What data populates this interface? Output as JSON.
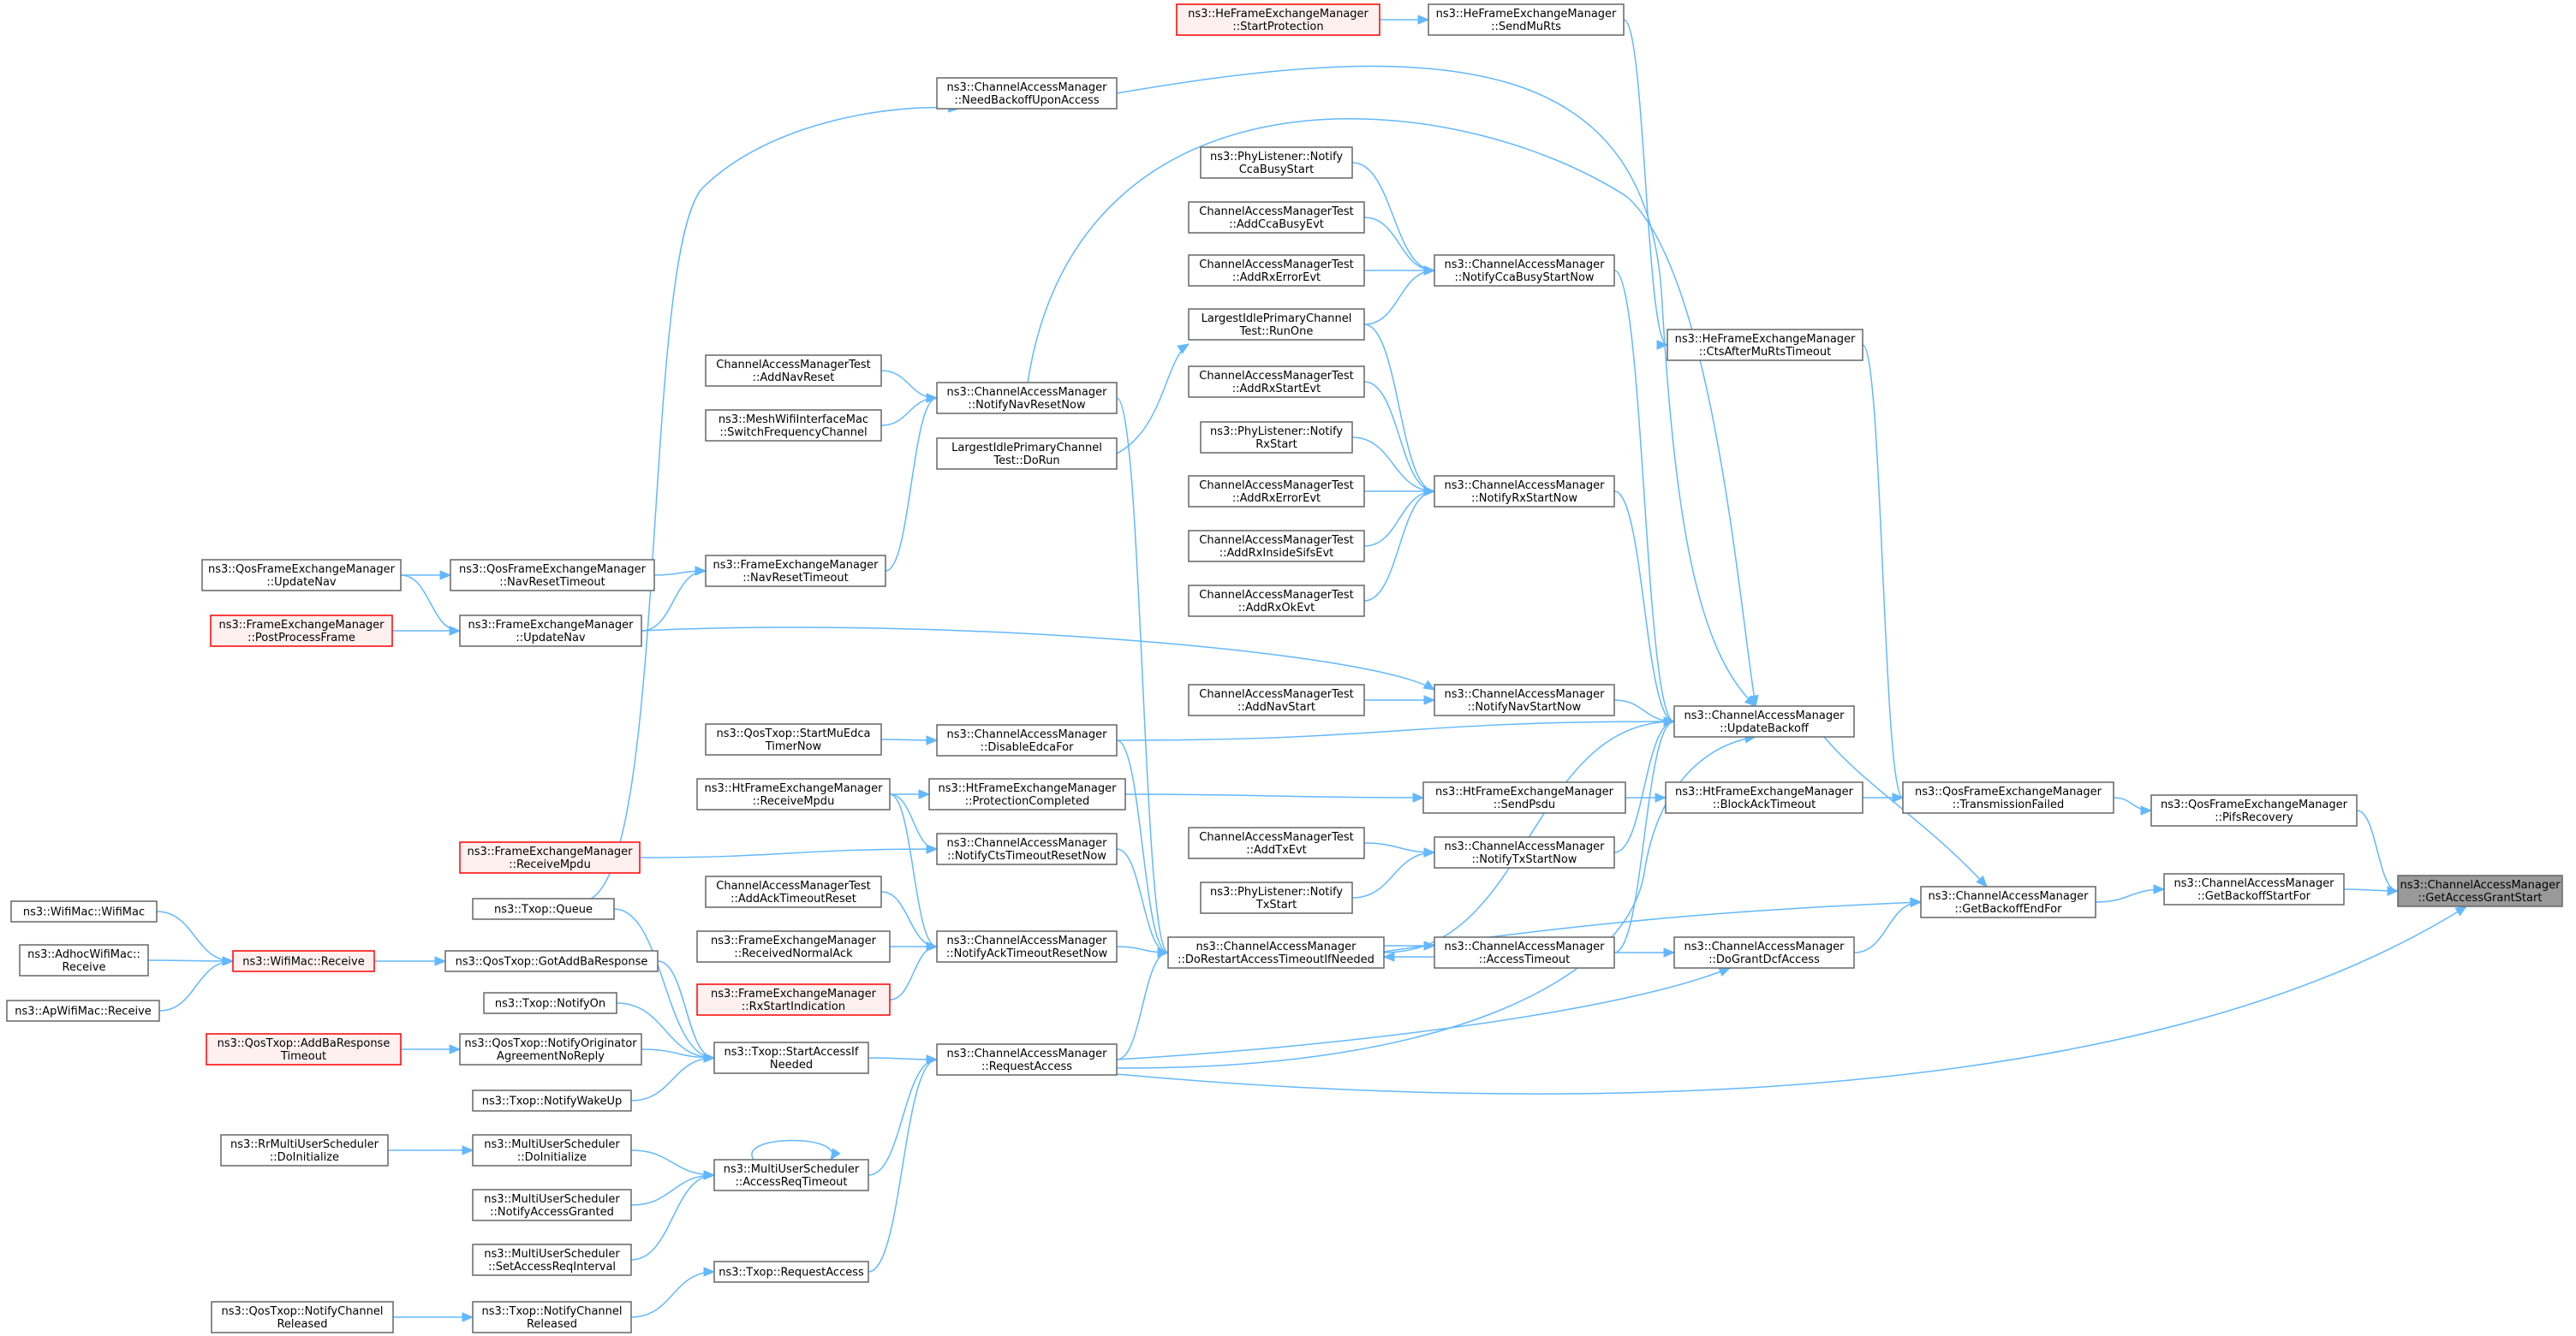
{
  "graph": {
    "nodes": [
      {
        "id": "root",
        "lines": [
          "ns3::ChannelAccessManager",
          "::GetAccessGrantStart"
        ],
        "style": "root"
      },
      {
        "id": "pifs",
        "lines": [
          "ns3::QosFrameExchangeManager",
          "::PifsRecovery"
        ]
      },
      {
        "id": "gbsf",
        "lines": [
          "ns3::ChannelAccessManager",
          "::GetBackoffStartFor"
        ]
      },
      {
        "id": "gbef",
        "lines": [
          "ns3::ChannelAccessManager",
          "::GetBackoffEndFor"
        ]
      },
      {
        "id": "txf",
        "lines": [
          "ns3::QosFrameExchangeManager",
          "::TransmissionFailed"
        ]
      },
      {
        "id": "sendmurts",
        "lines": [
          "ns3::HeFrameExchangeManager",
          "::SendMuRts"
        ]
      },
      {
        "id": "startprot",
        "lines": [
          "ns3::HeFrameExchangeManager",
          "::StartProtection"
        ],
        "style": "trunc"
      },
      {
        "id": "ctsmurts",
        "lines": [
          "ns3::HeFrameExchangeManager",
          "::CtsAfterMuRtsTimeout"
        ]
      },
      {
        "id": "updbackoff",
        "lines": [
          "ns3::ChannelAccessManager",
          "::UpdateBackoff"
        ]
      },
      {
        "id": "blockack",
        "lines": [
          "ns3::HtFrameExchangeManager",
          "::BlockAckTimeout"
        ]
      },
      {
        "id": "grantdcf",
        "lines": [
          "ns3::ChannelAccessManager",
          "::DoGrantDcfAccess"
        ]
      },
      {
        "id": "needbackoff",
        "lines": [
          "ns3::ChannelAccessManager",
          "::NeedBackoffUponAccess"
        ]
      },
      {
        "id": "ccabusy",
        "lines": [
          "ns3::ChannelAccessManager",
          "::NotifyCcaBusyStartNow"
        ]
      },
      {
        "id": "rxstart",
        "lines": [
          "ns3::ChannelAccessManager",
          "::NotifyRxStartNow"
        ]
      },
      {
        "id": "navstart",
        "lines": [
          "ns3::ChannelAccessManager",
          "::NotifyNavStartNow"
        ]
      },
      {
        "id": "sendpsdu",
        "lines": [
          "ns3::HtFrameExchangeManager",
          "::SendPsdu"
        ]
      },
      {
        "id": "txstart",
        "lines": [
          "ns3::ChannelAccessManager",
          "::NotifyTxStartNow"
        ]
      },
      {
        "id": "acctimeout",
        "lines": [
          "ns3::ChannelAccessManager",
          "::AccessTimeout"
        ]
      },
      {
        "id": "phyccabusy",
        "lines": [
          "ns3::PhyListener::Notify",
          "CcaBusyStart"
        ]
      },
      {
        "id": "addccabusy",
        "lines": [
          "ChannelAccessManagerTest",
          "::AddCcaBusyEvt"
        ]
      },
      {
        "id": "addrxerr1",
        "lines": [
          "ChannelAccessManagerTest",
          "::AddRxErrorEvt"
        ]
      },
      {
        "id": "runone",
        "lines": [
          "LargestIdlePrimaryChannel",
          "Test::RunOne"
        ]
      },
      {
        "id": "addrxstart",
        "lines": [
          "ChannelAccessManagerTest",
          "::AddRxStartEvt"
        ]
      },
      {
        "id": "phyrxstart",
        "lines": [
          "ns3::PhyListener::Notify",
          "RxStart"
        ]
      },
      {
        "id": "addrxerr2",
        "lines": [
          "ChannelAccessManagerTest",
          "::AddRxErrorEvt"
        ]
      },
      {
        "id": "addrxsifs",
        "lines": [
          "ChannelAccessManagerTest",
          "::AddRxInsideSifsEvt"
        ]
      },
      {
        "id": "addrxok",
        "lines": [
          "ChannelAccessManagerTest",
          "::AddRxOkEvt"
        ]
      },
      {
        "id": "addnavstart",
        "lines": [
          "ChannelAccessManagerTest",
          "::AddNavStart"
        ]
      },
      {
        "id": "addtx",
        "lines": [
          "ChannelAccessManagerTest",
          "::AddTxEvt"
        ]
      },
      {
        "id": "phytxstart",
        "lines": [
          "ns3::PhyListener::Notify",
          "TxStart"
        ]
      },
      {
        "id": "navreset",
        "lines": [
          "ns3::ChannelAccessManager",
          "::NotifyNavResetNow"
        ]
      },
      {
        "id": "dorun",
        "lines": [
          "LargestIdlePrimaryChannel",
          "Test::DoRun"
        ]
      },
      {
        "id": "disableedca",
        "lines": [
          "ns3::ChannelAccessManager",
          "::DisableEdcaFor"
        ]
      },
      {
        "id": "protcomplete",
        "lines": [
          "ns3::HtFrameExchangeManager",
          "::ProtectionCompleted"
        ]
      },
      {
        "id": "ctstimeout",
        "lines": [
          "ns3::ChannelAccessManager",
          "::NotifyCtsTimeoutResetNow"
        ]
      },
      {
        "id": "acktimeout",
        "lines": [
          "ns3::ChannelAccessManager",
          "::NotifyAckTimeoutResetNow"
        ]
      },
      {
        "id": "dorestart",
        "lines": [
          "ns3::ChannelAccessManager",
          "::DoRestartAccessTimeoutIfNeeded"
        ]
      },
      {
        "id": "reqaccess",
        "lines": [
          "ns3::ChannelAccessManager",
          "::RequestAccess"
        ]
      },
      {
        "id": "addnavreset",
        "lines": [
          "ChannelAccessManagerTest",
          "::AddNavReset"
        ]
      },
      {
        "id": "meshswitch",
        "lines": [
          "ns3::MeshWifiInterfaceMac",
          "::SwitchFrequencyChannel"
        ]
      },
      {
        "id": "fenavreset",
        "lines": [
          "ns3::FrameExchangeManager",
          "::NavResetTimeout"
        ]
      },
      {
        "id": "startmuedca",
        "lines": [
          "ns3::QosTxop::StartMuEdca",
          "TimerNow"
        ]
      },
      {
        "id": "htrxmpdu",
        "lines": [
          "ns3::HtFrameExchangeManager",
          "::ReceiveMpdu"
        ]
      },
      {
        "id": "addacktimeout",
        "lines": [
          "ChannelAccessManagerTest",
          "::AddAckTimeoutReset"
        ]
      },
      {
        "id": "rxnormalack",
        "lines": [
          "ns3::FrameExchangeManager",
          "::ReceivedNormalAck"
        ]
      },
      {
        "id": "rxstartind",
        "lines": [
          "ns3::FrameExchangeManager",
          "::RxStartIndication"
        ],
        "style": "trunc"
      },
      {
        "id": "startaccessif",
        "lines": [
          "ns3::Txop::StartAccessIf",
          "Needed"
        ]
      },
      {
        "id": "accreqtimeout",
        "lines": [
          "ns3::MultiUserScheduler",
          "::AccessReqTimeout"
        ]
      },
      {
        "id": "txopreqaccess",
        "lines": [
          "ns3::Txop::RequestAccess"
        ]
      },
      {
        "id": "qosnavreset",
        "lines": [
          "ns3::QosFrameExchangeManager",
          "::NavResetTimeout"
        ]
      },
      {
        "id": "qosupdatenav",
        "lines": [
          "ns3::QosFrameExchangeManager",
          "::UpdateNav"
        ]
      },
      {
        "id": "feupdatenav",
        "lines": [
          "ns3::FrameExchangeManager",
          "::UpdateNav"
        ]
      },
      {
        "id": "postprocess",
        "lines": [
          "ns3::FrameExchangeManager",
          "::PostProcessFrame"
        ],
        "style": "trunc"
      },
      {
        "id": "ferxmpdu",
        "lines": [
          "ns3::FrameExchangeManager",
          "::ReceiveMpdu"
        ],
        "style": "trunc"
      },
      {
        "id": "txopqueue",
        "lines": [
          "ns3::Txop::Queue"
        ]
      },
      {
        "id": "gotaddba",
        "lines": [
          "ns3::QosTxop::GotAddBaResponse"
        ]
      },
      {
        "id": "notifyon",
        "lines": [
          "ns3::Txop::NotifyOn"
        ]
      },
      {
        "id": "notifyorig",
        "lines": [
          "ns3::QosTxop::NotifyOriginator",
          "AgreementNoReply"
        ]
      },
      {
        "id": "notifywakeup",
        "lines": [
          "ns3::Txop::NotifyWakeUp"
        ]
      },
      {
        "id": "mudoinit",
        "lines": [
          "ns3::MultiUserScheduler",
          "::DoInitialize"
        ]
      },
      {
        "id": "muaccgranted",
        "lines": [
          "ns3::MultiUserScheduler",
          "::NotifyAccessGranted"
        ]
      },
      {
        "id": "musetaccreq",
        "lines": [
          "ns3::MultiUserScheduler",
          "::SetAccessReqInterval"
        ]
      },
      {
        "id": "txopnotifych",
        "lines": [
          "ns3::Txop::NotifyChannel",
          "Released"
        ]
      },
      {
        "id": "wifimacrecv",
        "lines": [
          "ns3::WifiMac::Receive"
        ],
        "style": "trunc"
      },
      {
        "id": "addbatimeout",
        "lines": [
          "ns3::QosTxop::AddBaResponse",
          "Timeout"
        ],
        "style": "trunc"
      },
      {
        "id": "rrdoinit",
        "lines": [
          "ns3::RrMultiUserScheduler",
          "::DoInitialize"
        ]
      },
      {
        "id": "qosnotifych",
        "lines": [
          "ns3::QosTxop::NotifyChannel",
          "Released"
        ]
      },
      {
        "id": "wifimacwifimac",
        "lines": [
          "ns3::WifiMac::WifiMac"
        ]
      },
      {
        "id": "adhocrecv",
        "lines": [
          "ns3::AdhocWifiMac::",
          "Receive"
        ]
      },
      {
        "id": "aprecv",
        "lines": [
          "ns3::ApWifiMac::Receive"
        ]
      }
    ],
    "edges": [
      [
        "pifs",
        "root"
      ],
      [
        "gbsf",
        "root"
      ],
      [
        "reqaccess",
        "root"
      ],
      [
        "gbef",
        "gbsf"
      ],
      [
        "txf",
        "pifs"
      ],
      [
        "ctsmurts",
        "txf"
      ],
      [
        "blockack",
        "txf"
      ],
      [
        "sendmurts",
        "ctsmurts"
      ],
      [
        "startprot",
        "sendmurts"
      ],
      [
        "updbackoff",
        "gbef"
      ],
      [
        "grantdcf",
        "gbef"
      ],
      [
        "dorestart",
        "gbef"
      ],
      [
        "needbackoff",
        "updbackoff"
      ],
      [
        "ccabusy",
        "updbackoff"
      ],
      [
        "rxstart",
        "updbackoff"
      ],
      [
        "navstart",
        "updbackoff"
      ],
      [
        "txstart",
        "updbackoff"
      ],
      [
        "acctimeout",
        "updbackoff"
      ],
      [
        "disableedca",
        "updbackoff"
      ],
      [
        "navreset",
        "updbackoff"
      ],
      [
        "dorestart",
        "updbackoff"
      ],
      [
        "reqaccess",
        "updbackoff"
      ],
      [
        "sendpsdu",
        "blockack"
      ],
      [
        "acctimeout",
        "grantdcf"
      ],
      [
        "reqaccess",
        "grantdcf"
      ],
      [
        "phyccabusy",
        "ccabusy"
      ],
      [
        "addccabusy",
        "ccabusy"
      ],
      [
        "addrxerr1",
        "ccabusy"
      ],
      [
        "runone",
        "ccabusy"
      ],
      [
        "addrxstart",
        "rxstart"
      ],
      [
        "phyrxstart",
        "rxstart"
      ],
      [
        "addrxerr2",
        "rxstart"
      ],
      [
        "addrxsifs",
        "rxstart"
      ],
      [
        "addrxok",
        "rxstart"
      ],
      [
        "runone",
        "rxstart"
      ],
      [
        "addnavstart",
        "navstart"
      ],
      [
        "feupdatenav",
        "navstart"
      ],
      [
        "protcomplete",
        "sendpsdu"
      ],
      [
        "addtx",
        "txstart"
      ],
      [
        "phytxstart",
        "txstart"
      ],
      [
        "dorestart",
        "acctimeout"
      ],
      [
        "acctimeout",
        "dorestart"
      ],
      [
        "navreset",
        "dorestart"
      ],
      [
        "disableedca",
        "dorestart"
      ],
      [
        "ctstimeout",
        "dorestart"
      ],
      [
        "acktimeout",
        "dorestart"
      ],
      [
        "reqaccess",
        "dorestart"
      ],
      [
        "dorun",
        "runone"
      ],
      [
        "addnavreset",
        "navreset"
      ],
      [
        "meshswitch",
        "navreset"
      ],
      [
        "fenavreset",
        "navreset"
      ],
      [
        "startmuedca",
        "disableedca"
      ],
      [
        "htrxmpdu",
        "protcomplete"
      ],
      [
        "htrxmpdu",
        "ctstimeout"
      ],
      [
        "ferxmpdu",
        "ctstimeout"
      ],
      [
        "htrxmpdu",
        "acktimeout"
      ],
      [
        "addacktimeout",
        "acktimeout"
      ],
      [
        "rxnormalack",
        "acktimeout"
      ],
      [
        "rxstartind",
        "acktimeout"
      ],
      [
        "startaccessif",
        "reqaccess"
      ],
      [
        "accreqtimeout",
        "reqaccess"
      ],
      [
        "txopreqaccess",
        "reqaccess"
      ],
      [
        "txopqueue",
        "needbackoff"
      ],
      [
        "qosnavreset",
        "fenavreset"
      ],
      [
        "feupdatenav",
        "fenavreset"
      ],
      [
        "qosupdatenav",
        "qosnavreset"
      ],
      [
        "qosupdatenav",
        "feupdatenav"
      ],
      [
        "postprocess",
        "feupdatenav"
      ],
      [
        "txopqueue",
        "startaccessif"
      ],
      [
        "gotaddba",
        "startaccessif"
      ],
      [
        "notifyon",
        "startaccessif"
      ],
      [
        "notifyorig",
        "startaccessif"
      ],
      [
        "notifywakeup",
        "startaccessif"
      ],
      [
        "mudoinit",
        "accreqtimeout"
      ],
      [
        "muaccgranted",
        "accreqtimeout"
      ],
      [
        "musetaccreq",
        "accreqtimeout"
      ],
      [
        "accreqtimeout",
        "accreqtimeout"
      ],
      [
        "txopnotifych",
        "txopreqaccess"
      ],
      [
        "wifimacrecv",
        "gotaddba"
      ],
      [
        "addbatimeout",
        "notifyorig"
      ],
      [
        "rrdoinit",
        "mudoinit"
      ],
      [
        "qosnotifych",
        "txopnotifych"
      ],
      [
        "wifimacwifimac",
        "wifimacrecv"
      ],
      [
        "adhocrecv",
        "wifimacrecv"
      ],
      [
        "aprecv",
        "wifimacrecv"
      ]
    ]
  }
}
